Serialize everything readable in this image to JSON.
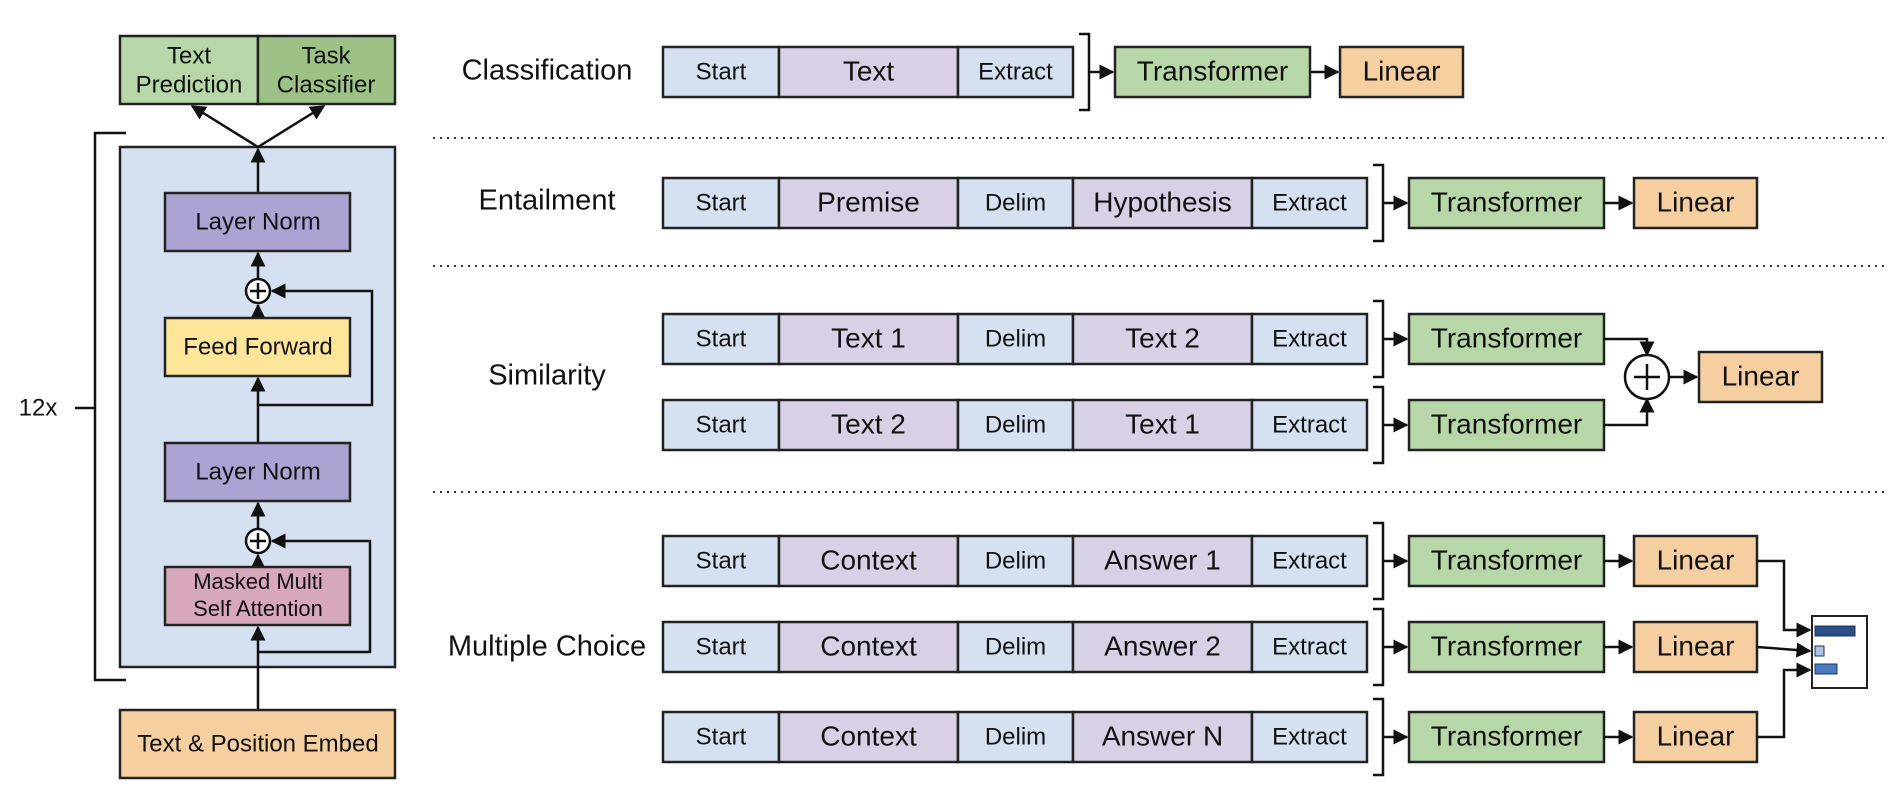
{
  "colors": {
    "blue": "#d5e1f0",
    "purple": "#d8d1e6",
    "green": "#b7d7a8",
    "orange": "#f5cfa0",
    "layer_norm": "#ada3d3",
    "feed_forward": "#fde69a",
    "attention": "#d7a7bc",
    "task_classifier": "#9ec286",
    "block_bg": "#d5e1f0"
  },
  "left": {
    "repeat": "12x",
    "text_prediction": [
      "Text",
      "Prediction"
    ],
    "task_classifier": [
      "Task",
      "Classifier"
    ],
    "layer_norm_top": "Layer Norm",
    "feed_forward": "Feed Forward",
    "layer_norm_bottom": "Layer Norm",
    "attention": [
      "Masked Multi",
      "Self Attention"
    ],
    "embed": "Text & Position Embed"
  },
  "tasks": [
    {
      "name": "Classification",
      "rows": [
        {
          "tokens": [
            {
              "t": "Start",
              "k": "blue"
            },
            {
              "t": "Text",
              "k": "purple"
            },
            {
              "t": "Extract",
              "k": "blue"
            }
          ]
        }
      ],
      "transformer": "Transformer",
      "linear": "Linear"
    },
    {
      "name": "Entailment",
      "rows": [
        {
          "tokens": [
            {
              "t": "Start",
              "k": "blue"
            },
            {
              "t": "Premise",
              "k": "purple"
            },
            {
              "t": "Delim",
              "k": "blue"
            },
            {
              "t": "Hypothesis",
              "k": "purple"
            },
            {
              "t": "Extract",
              "k": "blue"
            }
          ]
        }
      ],
      "transformer": "Transformer",
      "linear": "Linear"
    },
    {
      "name": "Similarity",
      "rows": [
        {
          "tokens": [
            {
              "t": "Start",
              "k": "blue"
            },
            {
              "t": "Text 1",
              "k": "purple"
            },
            {
              "t": "Delim",
              "k": "blue"
            },
            {
              "t": "Text 2",
              "k": "purple"
            },
            {
              "t": "Extract",
              "k": "blue"
            }
          ]
        },
        {
          "tokens": [
            {
              "t": "Start",
              "k": "blue"
            },
            {
              "t": "Text 2",
              "k": "purple"
            },
            {
              "t": "Delim",
              "k": "blue"
            },
            {
              "t": "Text 1",
              "k": "purple"
            },
            {
              "t": "Extract",
              "k": "blue"
            }
          ]
        }
      ],
      "transformer": "Transformer",
      "linear": "Linear"
    },
    {
      "name": "Multiple Choice",
      "rows": [
        {
          "tokens": [
            {
              "t": "Start",
              "k": "blue"
            },
            {
              "t": "Context",
              "k": "purple"
            },
            {
              "t": "Delim",
              "k": "blue"
            },
            {
              "t": "Answer 1",
              "k": "purple"
            },
            {
              "t": "Extract",
              "k": "blue"
            }
          ]
        },
        {
          "tokens": [
            {
              "t": "Start",
              "k": "blue"
            },
            {
              "t": "Context",
              "k": "purple"
            },
            {
              "t": "Delim",
              "k": "blue"
            },
            {
              "t": "Answer 2",
              "k": "purple"
            },
            {
              "t": "Extract",
              "k": "blue"
            }
          ]
        },
        {
          "tokens": [
            {
              "t": "Start",
              "k": "blue"
            },
            {
              "t": "Context",
              "k": "purple"
            },
            {
              "t": "Delim",
              "k": "blue"
            },
            {
              "t": "Answer N",
              "k": "purple"
            },
            {
              "t": "Extract",
              "k": "blue"
            }
          ]
        }
      ],
      "transformer": "Transformer",
      "linear": "Linear"
    }
  ]
}
